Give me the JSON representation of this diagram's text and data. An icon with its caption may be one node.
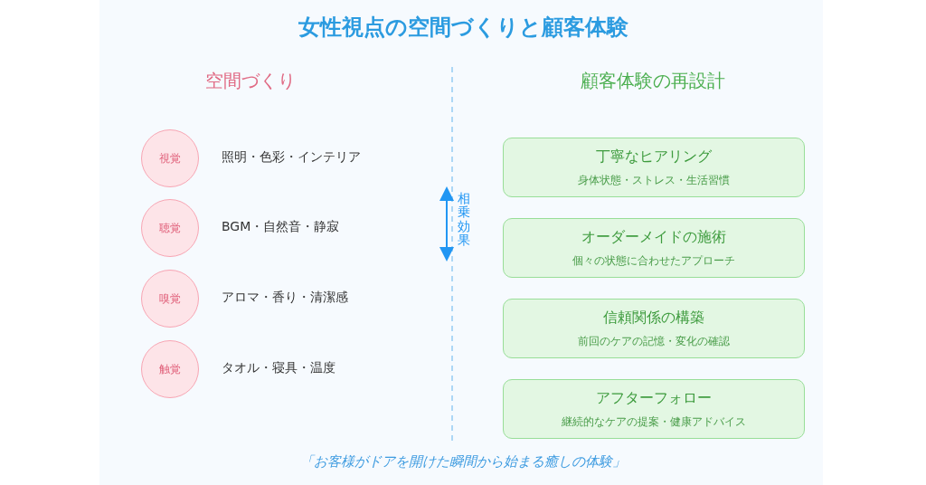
{
  "diagram": {
    "title": "女性視点の空間づくりと顧客体験",
    "nodes": [
      {
        "text": [
          "視覚"
        ],
        "beside": [
          "照明・色彩・インテリア"
        ]
      },
      {
        "text": [
          "聴覚"
        ],
        "beside": [
          "BGM・自然音・静寂"
        ]
      },
      {
        "text": [
          "嗅覚"
        ],
        "beside": [
          "アロマ・香り・清潔感"
        ]
      },
      {
        "text": [
          "触覚"
        ],
        "beside": [
          "タオル・寝具・温度"
        ]
      },
      {
        "text": [
          "丁寧なヒアリング",
          "身体状態・ストレス・生活習慣"
        ]
      },
      {
        "text": [
          "オーダーメイドの施術",
          "個々の状態に合わせたアプローチ"
        ]
      },
      {
        "text": [
          "信頼関係の構築",
          "前回のケアの記憶・変化の確認"
        ]
      },
      {
        "text": [
          "アフターフォロー",
          "継続的なケアの提案・健康アドバイス"
        ]
      }
    ],
    "labels": [
      "空間づくり",
      "顧客体験の再設計",
      "相乗効果"
    ],
    "caption": "「お客様がドアを開けた瞬間から始まる癒しの体験」"
  }
}
